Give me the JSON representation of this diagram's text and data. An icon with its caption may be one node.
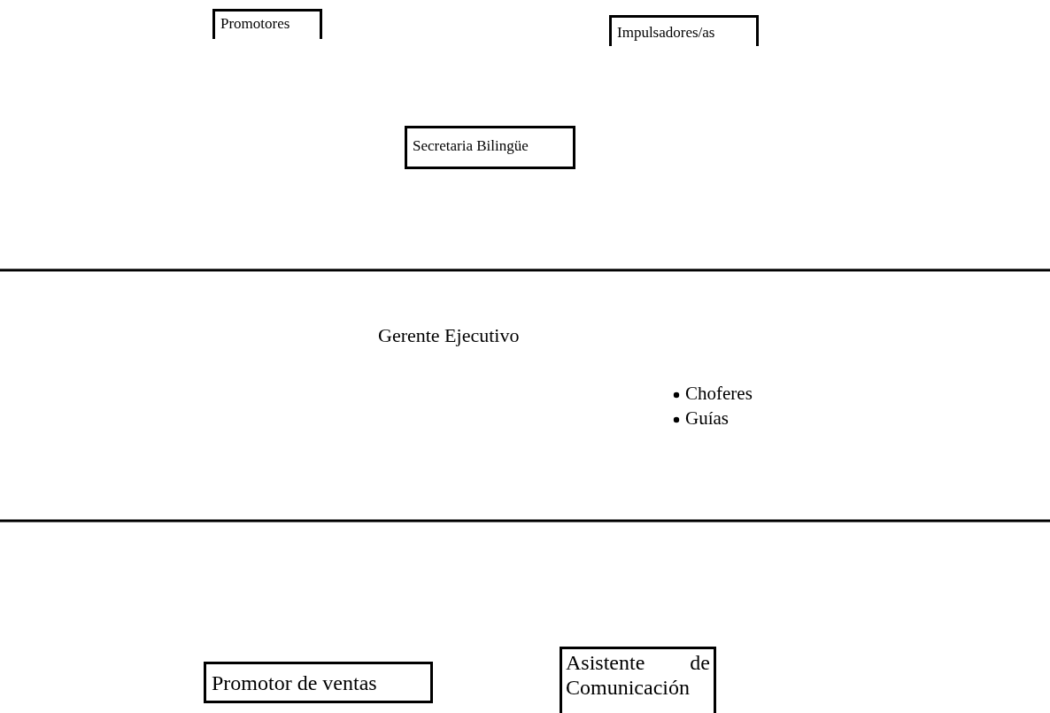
{
  "diagram": {
    "nodes": [
      {
        "text": [
          "Promotores"
        ]
      },
      {
        "text": [
          "Impulsadores/as"
        ]
      },
      {
        "text": [
          "Secretaria Bilingüe"
        ]
      },
      {
        "text": [
          "Promotor de ventas"
        ]
      },
      {
        "text": [
          "Asistente de Comunicación"
        ]
      }
    ],
    "labels": [
      "Gerente Ejecutivo",
      "Choferes",
      "Guías"
    ]
  }
}
